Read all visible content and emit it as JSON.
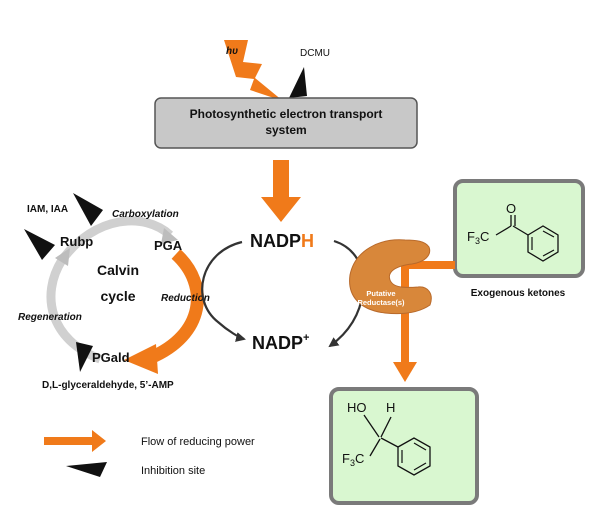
{
  "light_label": "hυ",
  "dcmu_label": "DCMU",
  "transport_box": {
    "line1": "Photosynthetic electron transport",
    "line2": "system"
  },
  "calvin": {
    "inhibitors_top": "IAM, IAA",
    "carboxylation": "Carboxylation",
    "rubp": "Rubp",
    "pga": "PGA",
    "center_line1": "Calvin",
    "center_line2": "cycle",
    "reduction": "Reduction",
    "regeneration": "Regeneration",
    "pgald": "PGald",
    "inhibitors_bottom": "D,L-glyceraldehyde, 5’-AMP"
  },
  "nadph": {
    "prefix": "NADP",
    "suffix": "H"
  },
  "nadp": {
    "text": "NADP",
    "sup": "+"
  },
  "enzyme": {
    "line1": "Putative",
    "line2": "Reductase(s)"
  },
  "ketone_label": "Exogenous ketones",
  "chem": {
    "f3c": "F",
    "sub3": "3",
    "c": "C",
    "o": "O",
    "ho": "HO",
    "h": "H"
  },
  "legend": {
    "flow": "Flow of reducing power",
    "inhibition": "Inhibition site"
  },
  "colors": {
    "orange": "#F07A1A",
    "box_gray": "#C8C8C8",
    "green_fill": "#D9F7D0",
    "frame_gray": "#7A7A7A",
    "enzyme": "#D8873A"
  }
}
